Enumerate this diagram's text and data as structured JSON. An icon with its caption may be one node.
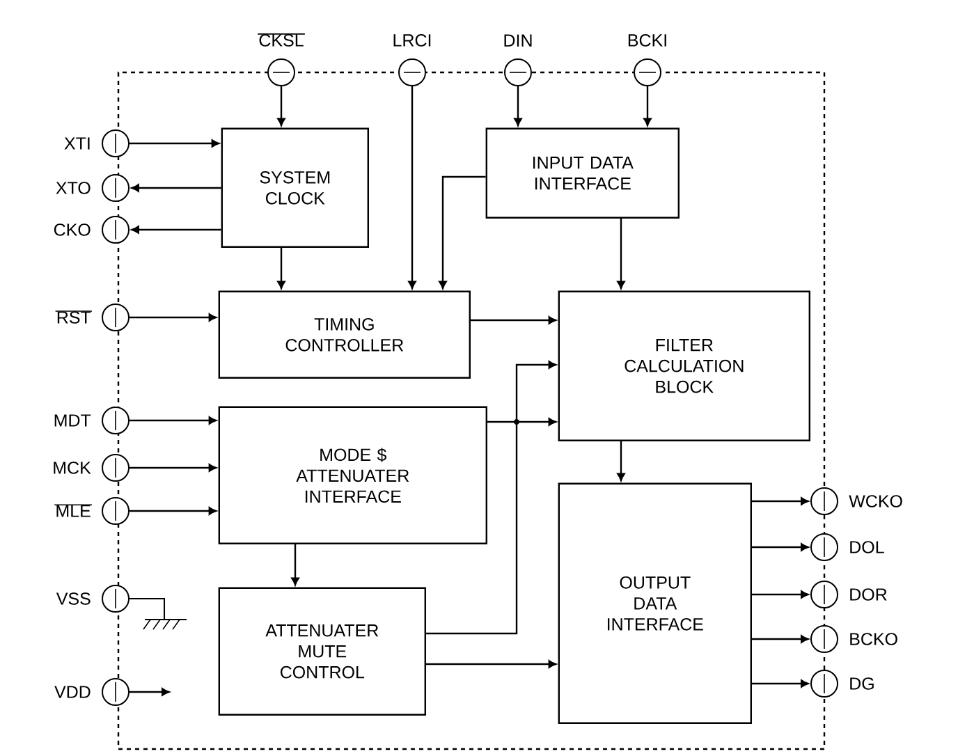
{
  "diagram": {
    "nodes": [
      {
        "text": [],
        "shape": "box"
      },
      {
        "text": [
          "CKSL"
        ]
      },
      {
        "text": [
          "LRCI"
        ]
      },
      {
        "text": [
          "DIN"
        ]
      },
      {
        "text": [
          "BCKI"
        ]
      },
      {
        "text": [
          "XTI"
        ]
      },
      {
        "text": [
          "XTO"
        ]
      },
      {
        "text": [
          "CKO"
        ]
      },
      {
        "text": [
          "SYSTEM CLOCK"
        ],
        "in": 0
      },
      {
        "text": [
          "INPUT DATA INTERFACE"
        ],
        "in": 0
      },
      {
        "text": [
          "RST"
        ]
      },
      {
        "text": [
          "TIMING CONTROLLER"
        ],
        "in": 0
      },
      {
        "text": [
          "FILTER CALCULATION BLOCK"
        ],
        "in": 0
      },
      {
        "text": [
          "MDT"
        ]
      },
      {
        "text": [
          "MCK"
        ]
      },
      {
        "text": [
          "MLE"
        ]
      },
      {
        "text": [
          "MODE $ ATTENUATER INTERFACE"
        ],
        "in": 0
      },
      {
        "text": [
          "VSS"
        ]
      },
      {
        "text": [
          "VDD"
        ]
      },
      {
        "text": [
          "ATTENUATER MUTE CONTROL"
        ],
        "in": 0
      },
      {
        "text": [
          "OUTPUT DATA INTERFACE"
        ],
        "in": 0
      },
      {
        "text": [
          "WCKO"
        ]
      },
      {
        "text": [
          "DOL"
        ]
      },
      {
        "text": [
          "DOR"
        ]
      },
      {
        "text": [
          "BCKO"
        ]
      },
      {
        "text": [
          "DG"
        ]
      }
    ],
    "edges": [
      {
        "from": 1,
        "to": 8,
        "arrow": "to"
      },
      {
        "from": 2,
        "to": 11,
        "arrow": "to"
      },
      {
        "from": 3,
        "to": 9,
        "arrow": "to"
      },
      {
        "from": 4,
        "to": 9,
        "arrow": "to"
      },
      {
        "from": 5,
        "to": 8,
        "arrow": "to"
      },
      {
        "from": 8,
        "to": 6,
        "arrow": "to"
      },
      {
        "from": 8,
        "to": 7,
        "arrow": "to"
      },
      {
        "from": 8,
        "to": 11,
        "arrow": "to"
      },
      {
        "from": 9,
        "to": 11,
        "arrow": "to"
      },
      {
        "from": 9,
        "to": 12,
        "arrow": "to"
      },
      {
        "from": 10,
        "to": 11,
        "arrow": "to"
      },
      {
        "from": 11,
        "to": 12,
        "arrow": "to"
      },
      {
        "from": 13,
        "to": 16,
        "arrow": "to"
      },
      {
        "from": 14,
        "to": 16,
        "arrow": "to"
      },
      {
        "from": 15,
        "to": 16,
        "arrow": "to"
      },
      {
        "from": 16,
        "to": 12,
        "arrow": "to"
      },
      {
        "from": 16,
        "to": 19,
        "arrow": "to"
      },
      {
        "from": 19,
        "to": 12,
        "arrow": "to"
      },
      {
        "from": 19,
        "to": 20,
        "arrow": "to"
      },
      {
        "from": 12,
        "to": 20,
        "arrow": "to"
      },
      {
        "from": 20,
        "to": 21,
        "arrow": "to"
      },
      {
        "from": 20,
        "to": 22,
        "arrow": "to"
      },
      {
        "from": 20,
        "to": 23,
        "arrow": "to"
      },
      {
        "from": 20,
        "to": 24,
        "arrow": "to"
      },
      {
        "from": 20,
        "to": 25,
        "arrow": "to"
      },
      {
        "from": 18,
        "to": null,
        "arrow": "to"
      }
    ]
  }
}
